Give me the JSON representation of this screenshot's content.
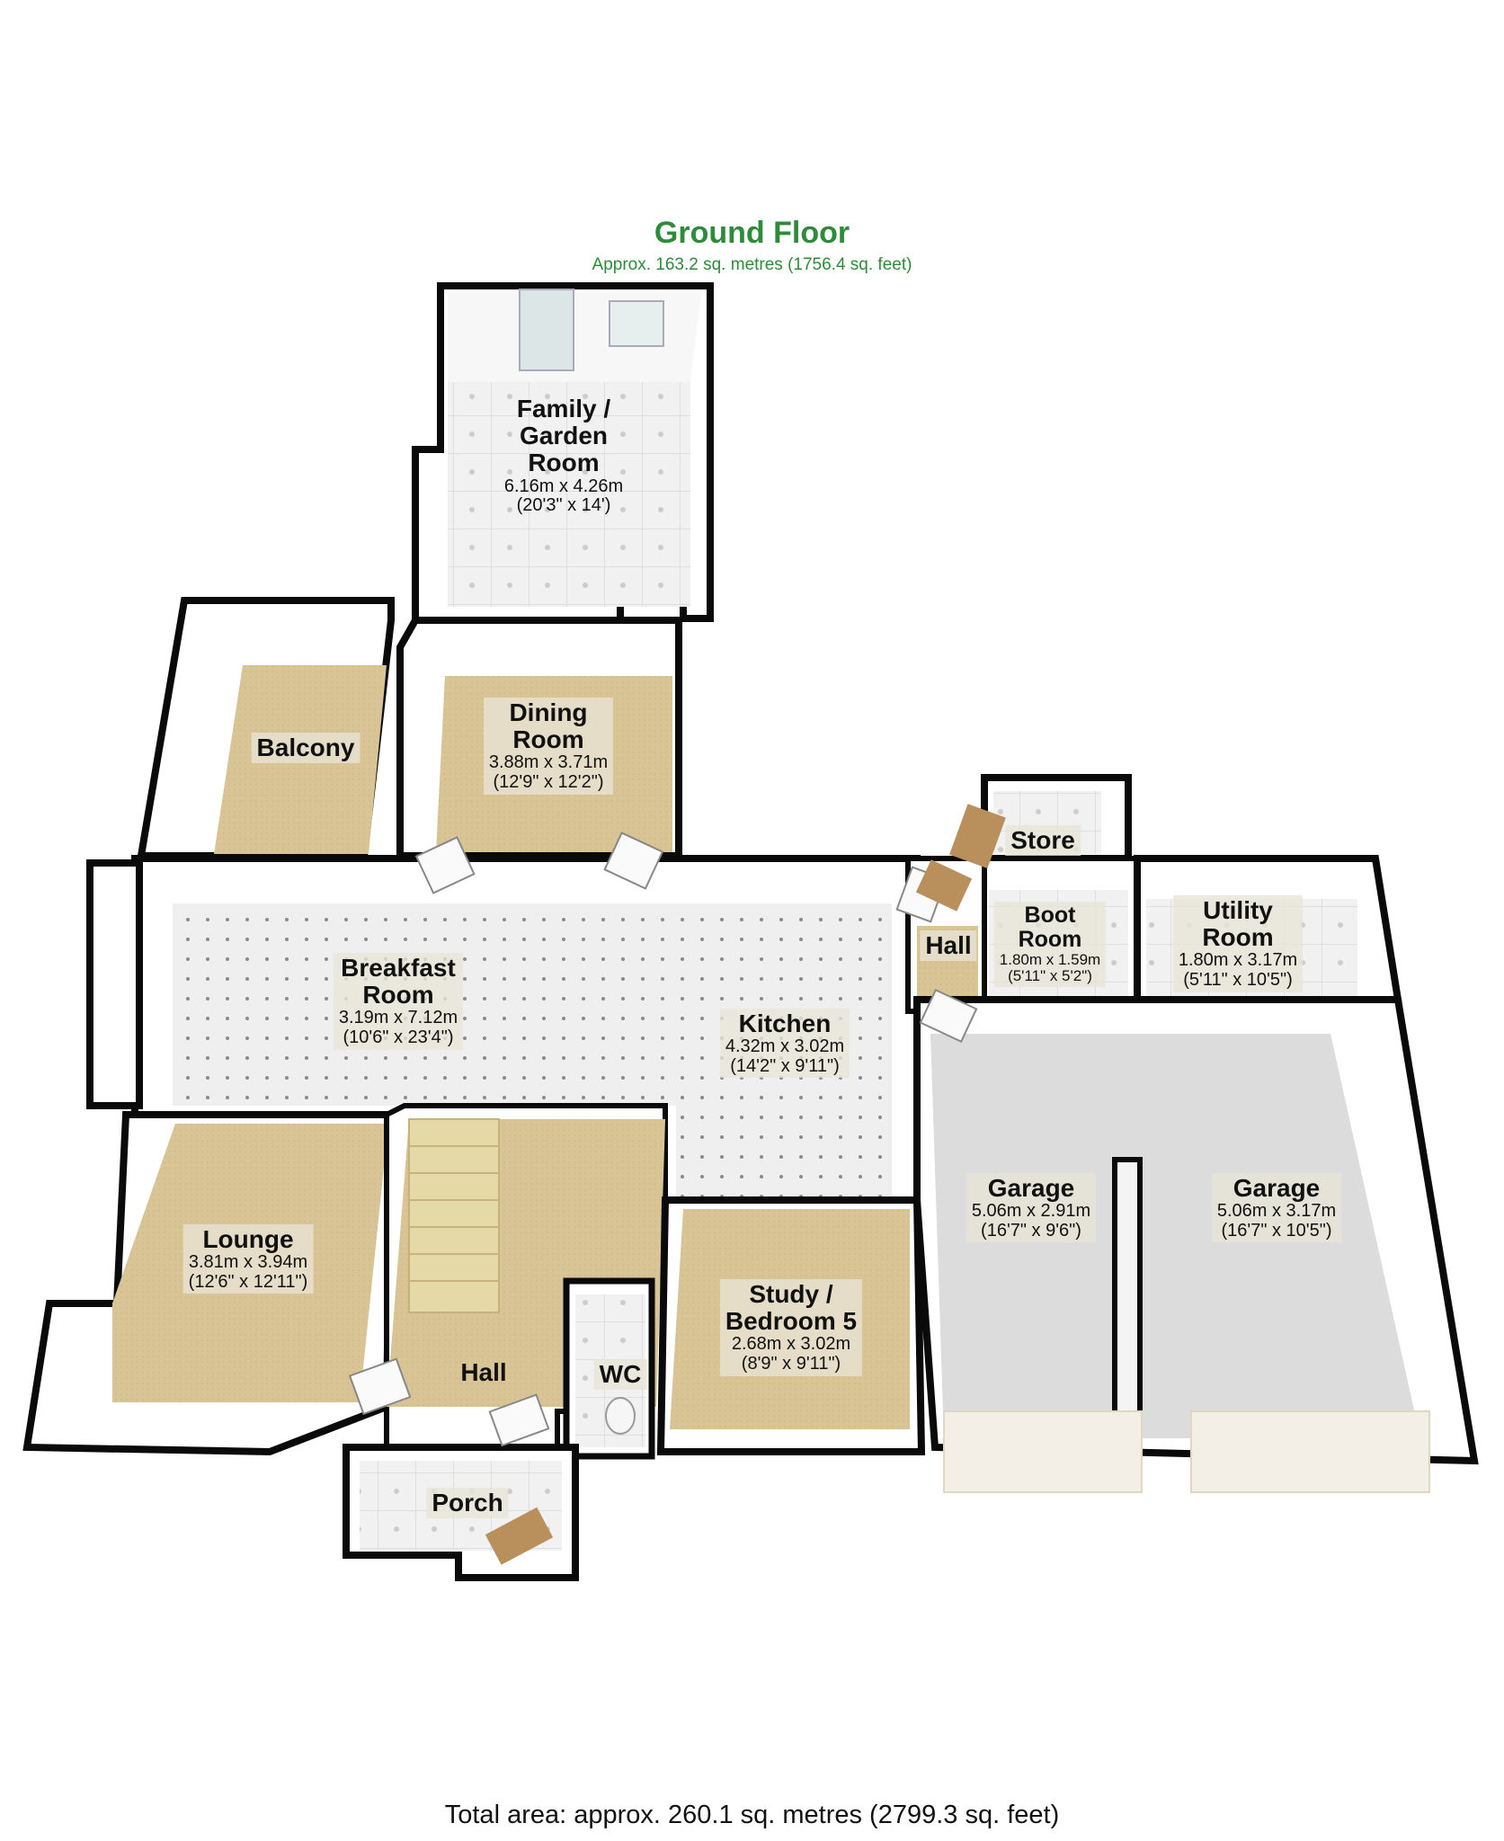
{
  "header": {
    "title": "Ground Floor",
    "subtitle": "Approx. 163.2 sq. metres (1756.4 sq. feet)"
  },
  "footer": {
    "total": "Total area: approx. 260.1 sq. metres (2799.3 sq. feet)"
  },
  "colors": {
    "wall": "#0a0a0a",
    "carpet": "#d9c596",
    "tile": "#ededed",
    "garage_floor": "#dcdcdc",
    "title_green": "#2e8b3a"
  },
  "rooms": {
    "family_room": {
      "name": "Family /\nGarden\nRoom",
      "dim": "6.16m x 4.26m",
      "imp": "(20'3\" x 14')"
    },
    "balcony": {
      "name": "Balcony"
    },
    "dining_room": {
      "name": "Dining\nRoom",
      "dim": "3.88m x 3.71m",
      "imp": "(12'9\" x 12'2\")"
    },
    "store": {
      "name": "Store"
    },
    "boot_room": {
      "name": "Boot\nRoom",
      "dim": "1.80m x 1.59m",
      "imp": "(5'11\" x 5'2\")"
    },
    "utility_room": {
      "name": "Utility\nRoom",
      "dim": "1.80m x 3.17m",
      "imp": "(5'11\" x 10'5\")"
    },
    "hall_rear": {
      "name": "Hall"
    },
    "breakfast_room": {
      "name": "Breakfast\nRoom",
      "dim": "3.19m x 7.12m",
      "imp": "(10'6\" x 23'4\")"
    },
    "kitchen": {
      "name": "Kitchen",
      "dim": "4.32m x 3.02m",
      "imp": "(14'2\" x 9'11\")"
    },
    "garage_1": {
      "name": "Garage",
      "dim": "5.06m x 2.91m",
      "imp": "(16'7\" x 9'6\")"
    },
    "garage_2": {
      "name": "Garage",
      "dim": "5.06m x 3.17m",
      "imp": "(16'7\" x 10'5\")"
    },
    "lounge": {
      "name": "Lounge",
      "dim": "3.81m x 3.94m",
      "imp": "(12'6\" x 12'11\")"
    },
    "study": {
      "name": "Study /\nBedroom 5",
      "dim": "2.68m x 3.02m",
      "imp": "(8'9\" x 9'11\")"
    },
    "hall_front": {
      "name": "Hall"
    },
    "wc": {
      "name": "WC"
    },
    "porch": {
      "name": "Porch"
    }
  }
}
